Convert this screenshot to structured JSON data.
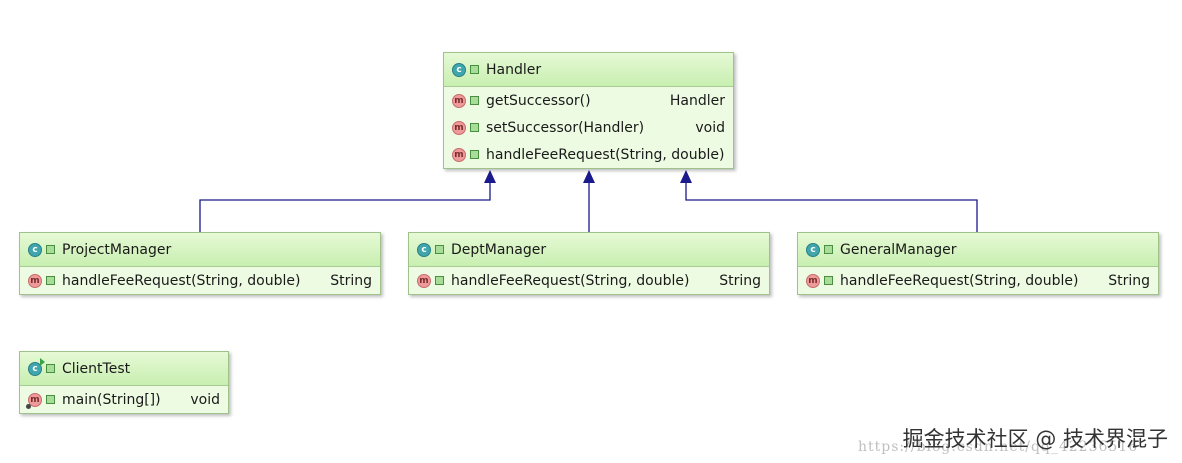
{
  "classes": {
    "handler": {
      "name": "Handler",
      "methods": [
        {
          "name": "getSuccessor()",
          "ret": "Handler"
        },
        {
          "name": "setSuccessor(Handler)",
          "ret": "void"
        },
        {
          "name": "handleFeeRequest(String, double)",
          "ret": ""
        }
      ]
    },
    "project_manager": {
      "name": "ProjectManager",
      "methods": [
        {
          "name": "handleFeeRequest(String, double)",
          "ret": "String"
        }
      ]
    },
    "dept_manager": {
      "name": "DeptManager",
      "methods": [
        {
          "name": "handleFeeRequest(String, double)",
          "ret": "String"
        }
      ]
    },
    "general_manager": {
      "name": "GeneralManager",
      "methods": [
        {
          "name": "handleFeeRequest(String, double)",
          "ret": "String"
        }
      ]
    },
    "client_test": {
      "name": "ClientTest",
      "methods": [
        {
          "name": "main(String[])",
          "ret": "void"
        }
      ]
    }
  },
  "icons": {
    "class": "c",
    "method": "m"
  },
  "colors": {
    "connector": "#1a1a8c",
    "header": "#c8efb0",
    "body": "#eefbe3"
  },
  "watermark": "掘金技术社区 @ 技术界混子",
  "watermark_url": "https://blog.csdn.net/qq_42236516"
}
